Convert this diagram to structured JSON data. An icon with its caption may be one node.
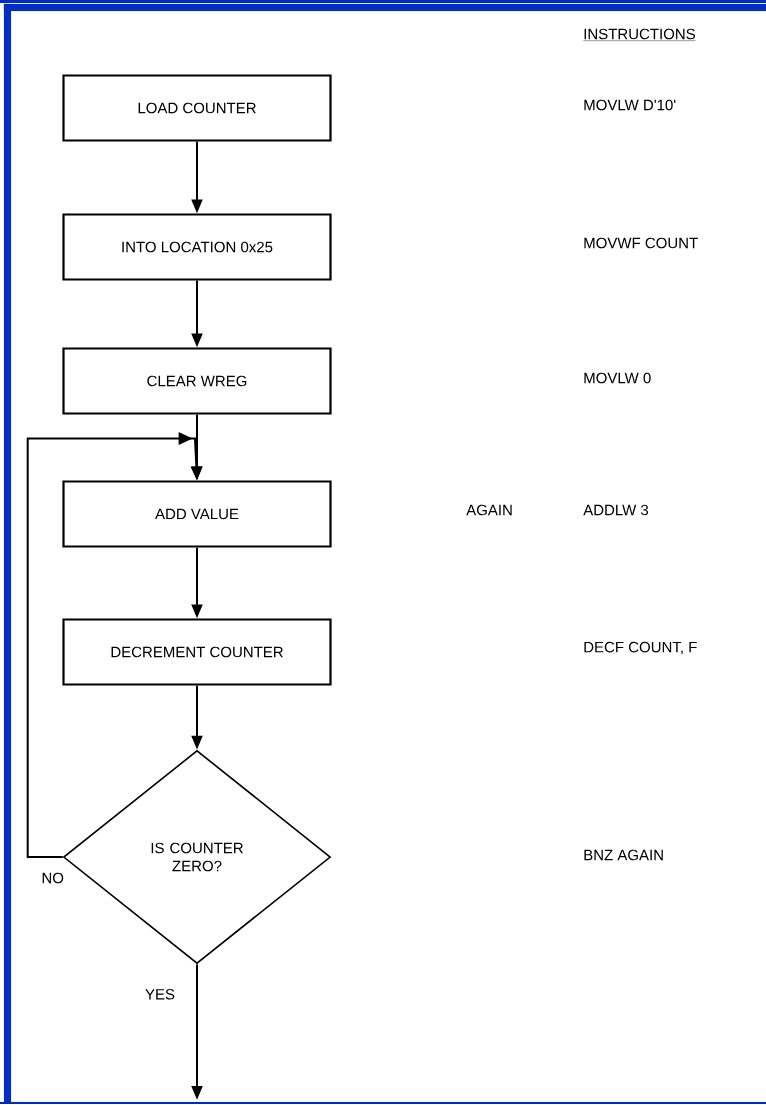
{
  "diagram": {
    "nodes": [
      {
        "text": [
          "LOAD COUNTER"
        ]
      },
      {
        "text": [
          "INTO LOCATION 0x25"
        ]
      },
      {
        "text": [
          "CLEAR WREG"
        ]
      },
      {
        "text": [
          "ADD VALUE"
        ]
      },
      {
        "text": [
          "DECREMENT COUNTER"
        ]
      },
      {
        "text": [
          "IS COUNTER ZERO?"
        ]
      }
    ],
    "edges": [
      {
        "from": 0,
        "to": 1,
        "arrow": "to"
      },
      {
        "from": 1,
        "to": 2,
        "arrow": "to"
      },
      {
        "from": 2,
        "to": 3,
        "arrow": "to"
      },
      {
        "from": 3,
        "to": 4,
        "arrow": "to"
      },
      {
        "from": 4,
        "to": 5,
        "arrow": "to"
      },
      {
        "from": 5,
        "to": 3,
        "arrow": "to",
        "label": "NO"
      },
      {
        "from": 5,
        "to": null,
        "arrow": "to",
        "label": "YES"
      }
    ],
    "labels": [
      "INSTRUCTIONS",
      "MOVLW D'10'",
      "MOVWF COUNT",
      "MOVLW 0",
      "AGAIN",
      "ADDLW 3",
      "DECF COUNT, F",
      "BNZ AGAIN"
    ]
  }
}
